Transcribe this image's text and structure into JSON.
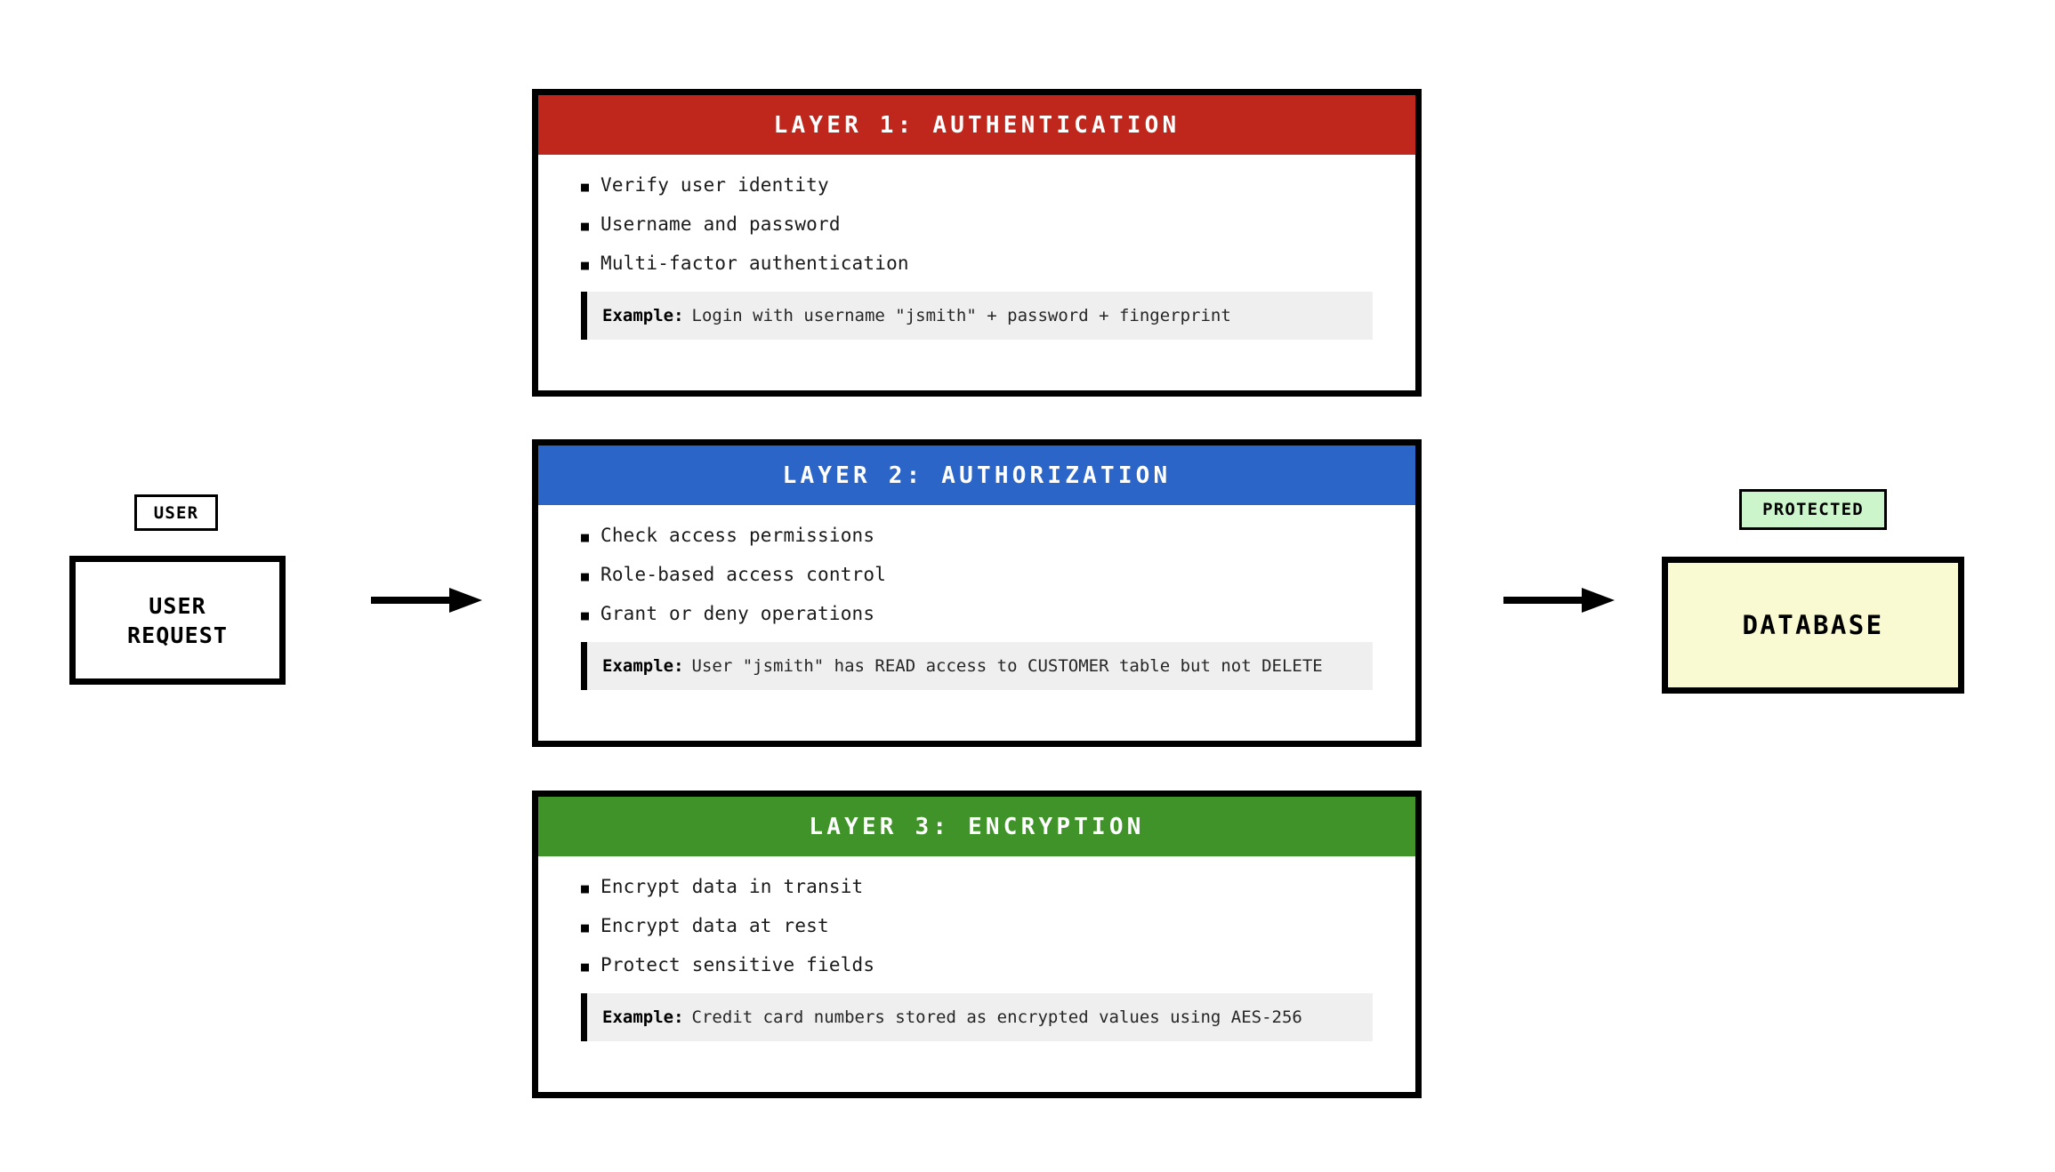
{
  "flow": {
    "user_badge": "USER",
    "user_request": "USER\nREQUEST",
    "user_request_line1": "USER",
    "user_request_line2": "REQUEST",
    "protected_badge": "PROTECTED",
    "database": "DATABASE",
    "arrow_left_name": "arrow-right-icon",
    "arrow_right_name": "arrow-right-icon"
  },
  "colors": {
    "layer1_header": "#bf261c",
    "layer2_header": "#2c65c8",
    "layer3_header": "#3f9329",
    "protected_fill": "#ccf5cc",
    "database_fill": "#fafad2",
    "example_fill": "#efefef",
    "border": "#000000"
  },
  "layers": [
    {
      "title": "LAYER 1: AUTHENTICATION",
      "header_color": "#bf261c",
      "bullets": [
        "Verify user identity",
        "Username and password",
        "Multi-factor authentication"
      ],
      "example_label": "Example:",
      "example_text": "Login with username \"jsmith\" + password + fingerprint"
    },
    {
      "title": "LAYER 2: AUTHORIZATION",
      "header_color": "#2c65c8",
      "bullets": [
        "Check access permissions",
        "Role-based access control",
        "Grant or deny operations"
      ],
      "example_label": "Example:",
      "example_text": "User \"jsmith\" has READ access to CUSTOMER table but not DELETE"
    },
    {
      "title": "LAYER 3: ENCRYPTION",
      "header_color": "#3f9329",
      "bullets": [
        "Encrypt data in transit",
        "Encrypt data at rest",
        "Protect sensitive fields"
      ],
      "example_label": "Example:",
      "example_text": "Credit card numbers stored as encrypted values using AES-256"
    }
  ],
  "bullet_glyph": "■"
}
